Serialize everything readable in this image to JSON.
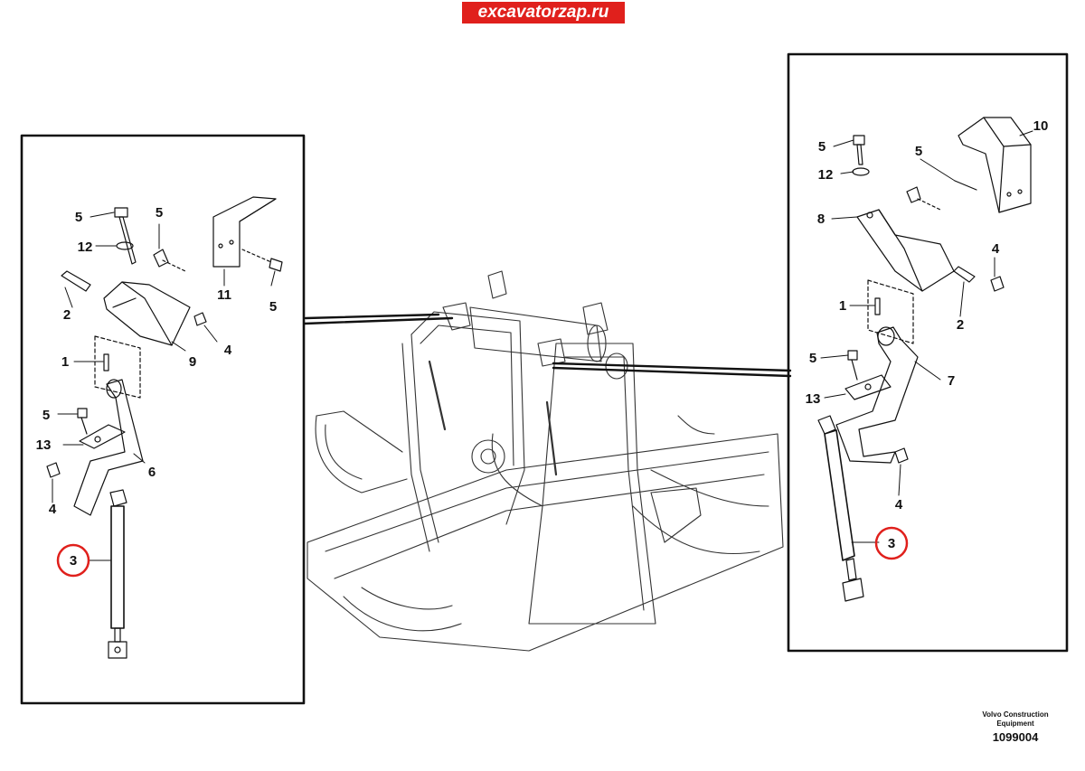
{
  "watermark": {
    "site": "excavatorzap.ru"
  },
  "maker": {
    "name_line1": "Volvo Construction",
    "name_line2": "Equipment"
  },
  "figure_number": "1099004",
  "accent_color": "#e0201c",
  "left_detail": {
    "callouts": [
      "5",
      "12",
      "5",
      "11",
      "5",
      "2",
      "9",
      "4",
      "1",
      "5",
      "13",
      "6",
      "4",
      "3"
    ]
  },
  "right_detail": {
    "callouts": [
      "10",
      "5",
      "12",
      "5",
      "8",
      "4",
      "2",
      "1",
      "5",
      "7",
      "13",
      "4",
      "3"
    ]
  },
  "highlighted_item": "3"
}
